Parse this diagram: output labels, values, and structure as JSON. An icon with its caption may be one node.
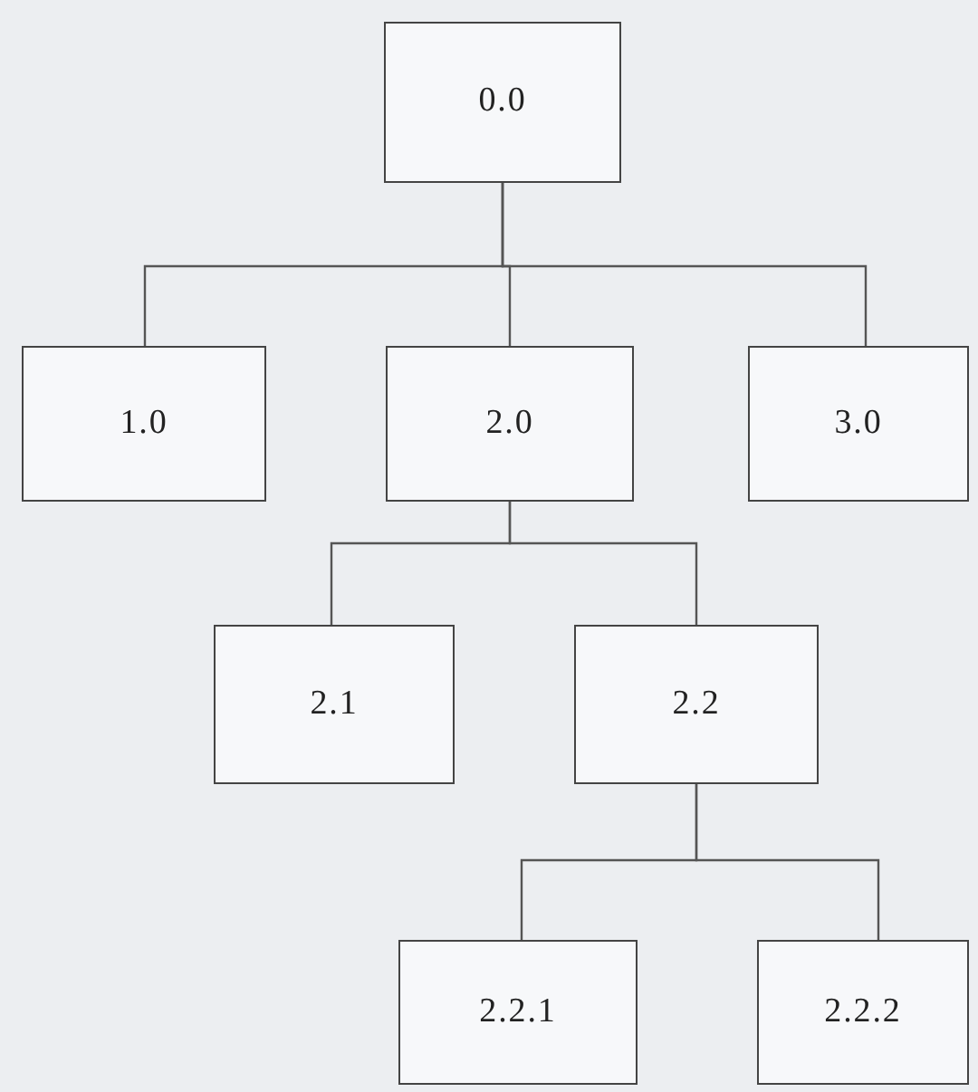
{
  "diagram": {
    "nodes": [
      {
        "text": [
          "0.0"
        ]
      },
      {
        "text": [
          "1.0"
        ]
      },
      {
        "text": [
          "2.0"
        ]
      },
      {
        "text": [
          "3.0"
        ]
      },
      {
        "text": [
          "2.1"
        ]
      },
      {
        "text": [
          "2.2"
        ]
      },
      {
        "text": [
          "2.2.1"
        ]
      },
      {
        "text": [
          "2.2.2"
        ]
      }
    ],
    "edges": [
      {
        "from": 0,
        "to": 1,
        "arrow": "none"
      },
      {
        "from": 0,
        "to": 2,
        "arrow": "none"
      },
      {
        "from": 0,
        "to": 3,
        "arrow": "none"
      },
      {
        "from": 2,
        "to": 4,
        "arrow": "none"
      },
      {
        "from": 2,
        "to": 5,
        "arrow": "none"
      },
      {
        "from": 5,
        "to": 6,
        "arrow": "none"
      },
      {
        "from": 5,
        "to": 7,
        "arrow": "none"
      }
    ]
  }
}
